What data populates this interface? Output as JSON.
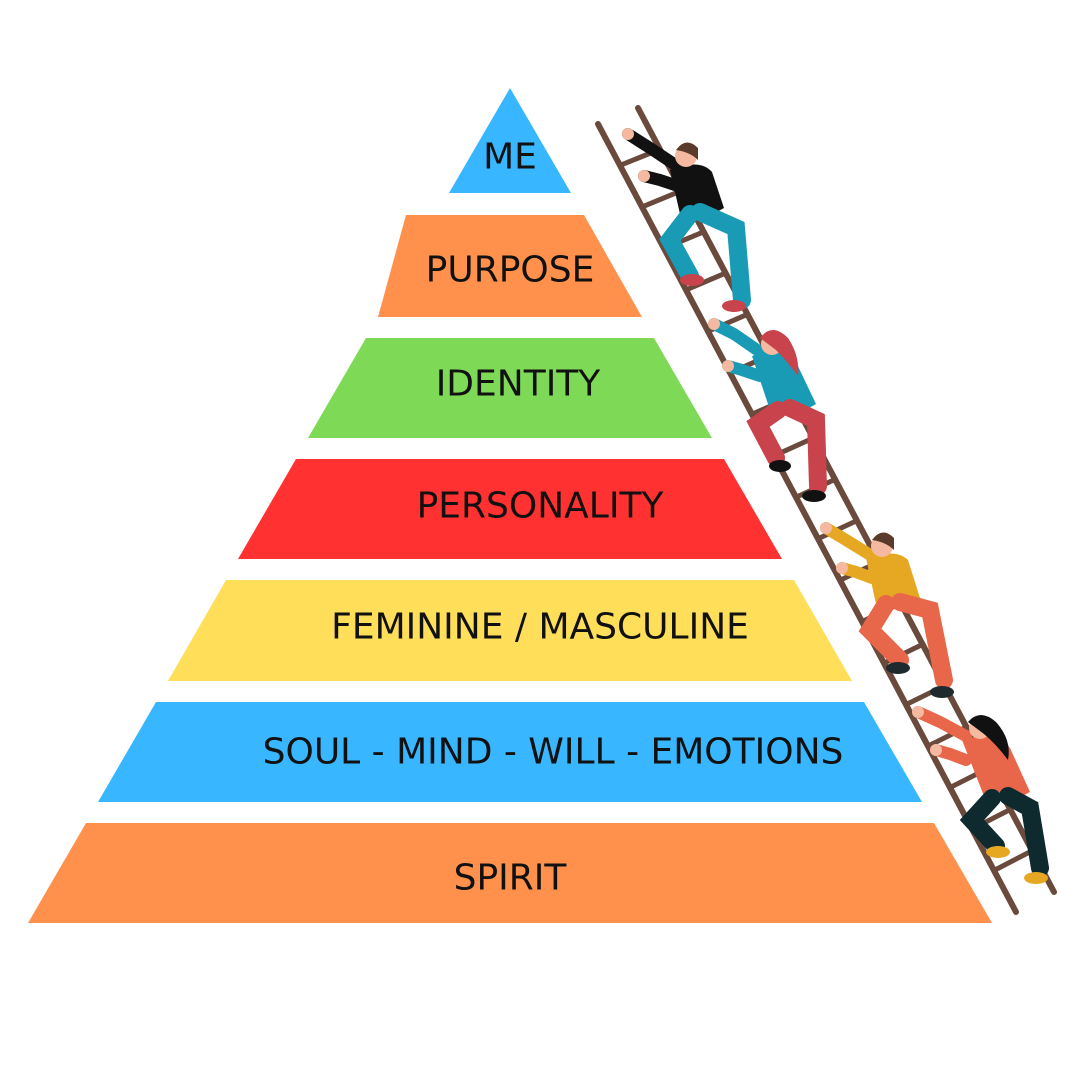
{
  "pyramid": {
    "tiers": [
      {
        "label": "ME",
        "color": "#38B6FF"
      },
      {
        "label": "PURPOSE",
        "color": "#FF914D"
      },
      {
        "label": "IDENTITY",
        "color": "#7ED957"
      },
      {
        "label": "PERSONALITY",
        "color": "#FF3131"
      },
      {
        "label": "FEMININE / MASCULINE",
        "color": "#FFDE59"
      },
      {
        "label": "SOUL - MIND - WILL - EMOTIONS",
        "color": "#38B6FF"
      },
      {
        "label": "SPIRIT",
        "color": "#FF914D"
      }
    ]
  },
  "illustration": {
    "ladder_color": "#6B4A3E",
    "climbers": [
      {
        "shirt": "#111111",
        "pants": "#1A9BB5",
        "shoes": "#C8434B",
        "hair": "#5A3A2A"
      },
      {
        "shirt": "#1A9BB5",
        "pants": "#C8434B",
        "shoes": "#111111",
        "hair": "#C8434B"
      },
      {
        "shirt": "#E6A822",
        "pants": "#E8674A",
        "shoes": "#1F2A2E",
        "hair": "#5A3A2A"
      },
      {
        "shirt": "#E8674A",
        "pants": "#0F2A2E",
        "shoes": "#E6A822",
        "hair": "#111111"
      }
    ]
  }
}
